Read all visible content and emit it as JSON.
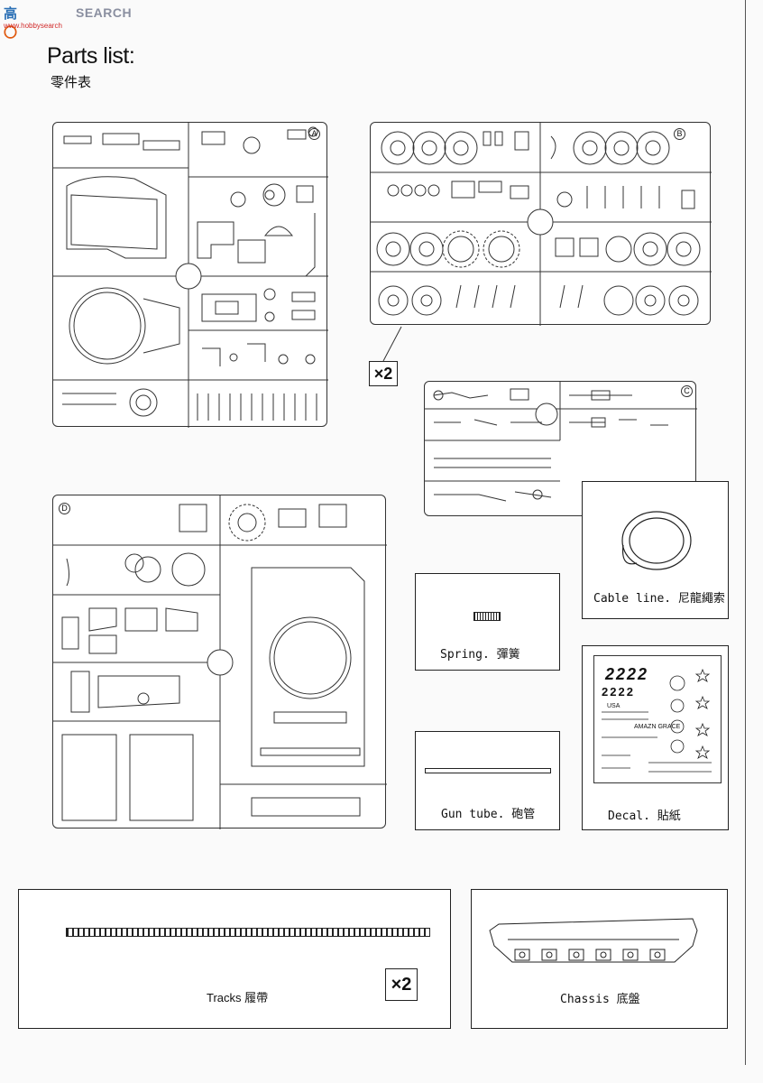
{
  "watermark": {
    "logo_text": "SEARCH",
    "site": "www.hobbysearch"
  },
  "header": {
    "title": "Parts list:",
    "subtitle": "零件表"
  },
  "multipliers": {
    "sprue_upper_right": "×2",
    "tracks": "×2"
  },
  "parts": {
    "cable": "Cable line. 尼龍繩索",
    "spring": "Spring. 彈簧",
    "decal": "Decal. 貼紙",
    "gun_tube": "Gun tube. 砲管",
    "tracks": "Tracks 履帶",
    "chassis": "Chassis 底盤"
  },
  "decal_sheet": {
    "numbers_row1": "2222",
    "numbers_row2": "2222",
    "text1": "USA",
    "text2": "AMAZN GRACE"
  },
  "sprue_letters": {
    "a": "A",
    "b": "B",
    "c": "C",
    "d": "D"
  }
}
